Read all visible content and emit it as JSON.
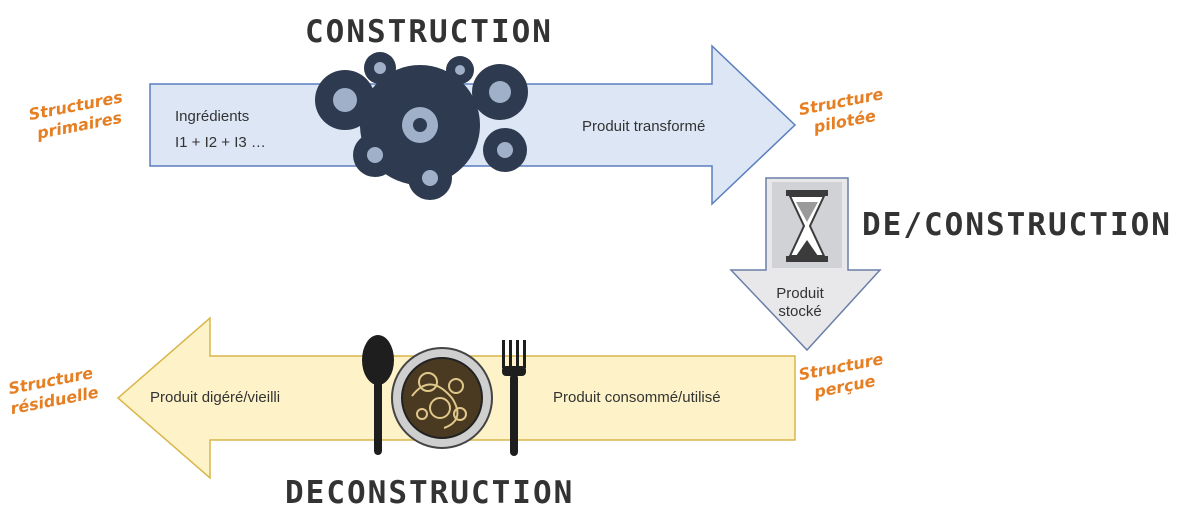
{
  "headings": {
    "construction": "CONSTRUCTION",
    "de_construction": "DE/CONSTRUCTION",
    "deconstruction": "DECONSTRUCTION"
  },
  "labels": {
    "structures_primaires": [
      "Structures",
      "primaires"
    ],
    "structure_pilotee": [
      "Structure",
      "pilotée"
    ],
    "structure_percue": [
      "Structure",
      "perçue"
    ],
    "structure_residuelle": [
      "Structure",
      "résiduelle"
    ]
  },
  "arrows": {
    "top": {
      "ingredients": "Ingrédients",
      "formula": "I1 + I2 + I3 …",
      "product": "Produit transformé"
    },
    "down": {
      "line1": "Produit",
      "line2": "stocké"
    },
    "bottom": {
      "right_text": "Produit consommé/utilisé",
      "left_text": "Produit digéré/vieilli"
    }
  },
  "icons": [
    "gears-icon",
    "hourglass-icon",
    "spoon-icon",
    "plate-icon",
    "fork-icon"
  ],
  "colors": {
    "top_arrow_fill": "#dce6f5",
    "top_arrow_stroke": "#5b7fbf",
    "bottom_arrow_fill": "#fdf2c8",
    "bottom_arrow_stroke": "#d9b64a",
    "down_arrow_fill": "#e8e8ea",
    "label_orange": "#e67e22",
    "heading_dark": "#333333"
  }
}
